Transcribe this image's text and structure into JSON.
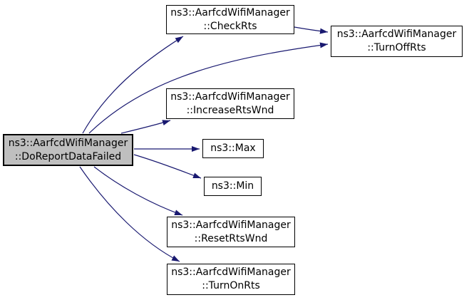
{
  "diagram": {
    "type": "doxygen-call-graph",
    "colors": {
      "background": "#ffffff",
      "edge": "#191970",
      "node_border": "#000000",
      "node_fill": "#ffffff",
      "highlight_node_fill": "#bfbfbf",
      "text": "#000000"
    },
    "nodes": {
      "main": {
        "line1": "ns3::AarfcdWifiManager",
        "line2": "::DoReportDataFailed",
        "highlighted": true
      },
      "checkrts": {
        "line1": "ns3::AarfcdWifiManager",
        "line2": "::CheckRts"
      },
      "turnoffrts": {
        "line1": "ns3::AarfcdWifiManager",
        "line2": "::TurnOffRts"
      },
      "increase": {
        "line1": "ns3::AarfcdWifiManager",
        "line2": "::IncreaseRtsWnd"
      },
      "max": {
        "line1": "ns3::Max"
      },
      "min": {
        "line1": "ns3::Min"
      },
      "reset": {
        "line1": "ns3::AarfcdWifiManager",
        "line2": "::ResetRtsWnd"
      },
      "turnonrts": {
        "line1": "ns3::AarfcdWifiManager",
        "line2": "::TurnOnRts"
      }
    },
    "edges": [
      {
        "from": "ns3::AarfcdWifiManager::DoReportDataFailed",
        "to": "ns3::AarfcdWifiManager::CheckRts"
      },
      {
        "from": "ns3::AarfcdWifiManager::DoReportDataFailed",
        "to": "ns3::AarfcdWifiManager::TurnOffRts"
      },
      {
        "from": "ns3::AarfcdWifiManager::CheckRts",
        "to": "ns3::AarfcdWifiManager::TurnOffRts"
      },
      {
        "from": "ns3::AarfcdWifiManager::DoReportDataFailed",
        "to": "ns3::AarfcdWifiManager::IncreaseRtsWnd"
      },
      {
        "from": "ns3::AarfcdWifiManager::DoReportDataFailed",
        "to": "ns3::Max"
      },
      {
        "from": "ns3::AarfcdWifiManager::DoReportDataFailed",
        "to": "ns3::Min"
      },
      {
        "from": "ns3::AarfcdWifiManager::DoReportDataFailed",
        "to": "ns3::AarfcdWifiManager::ResetRtsWnd"
      },
      {
        "from": "ns3::AarfcdWifiManager::DoReportDataFailed",
        "to": "ns3::AarfcdWifiManager::TurnOnRts"
      }
    ]
  }
}
